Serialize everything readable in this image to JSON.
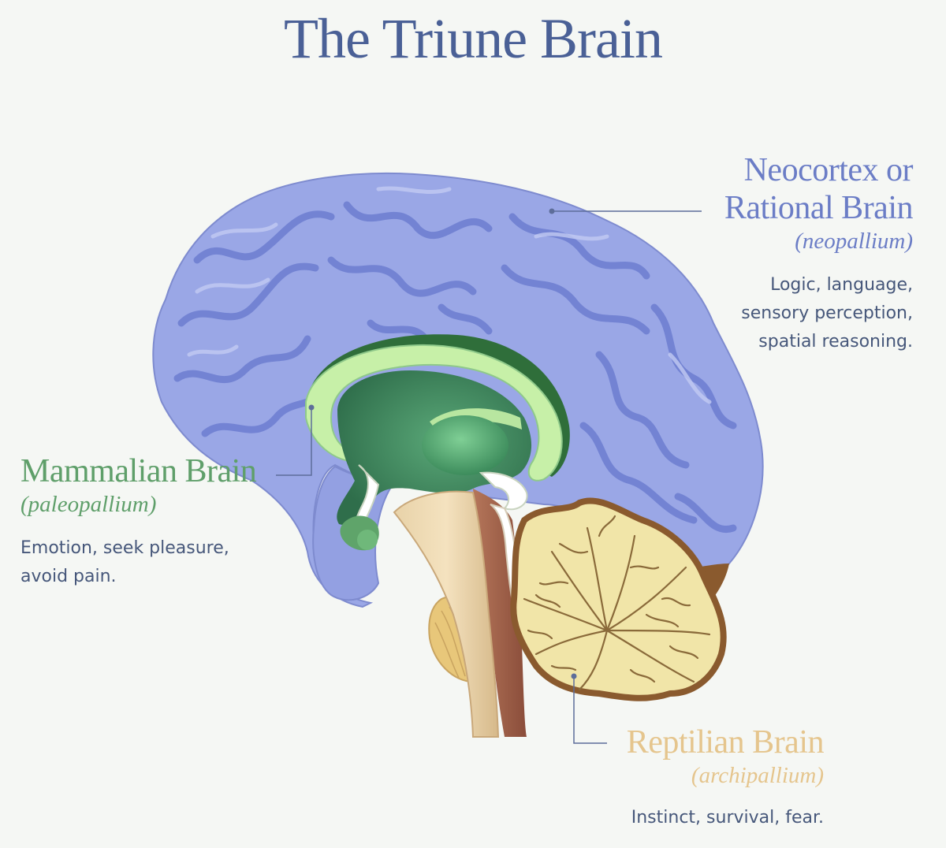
{
  "title": "The Triune Brain",
  "colors": {
    "title": "#4a6096",
    "neocortex": "#9aa7e6",
    "neocortex_text": "#6b7dc6",
    "mammalian": "#3f8a5a",
    "mammalian_text": "#5f9f6a",
    "reptilian": "#f2e7a8",
    "reptilian_text": "#e5c58d",
    "description_text": "#46577a"
  },
  "labels": {
    "neocortex": {
      "name_line1": "Neocortex or",
      "name_line2": "Rational Brain",
      "subtitle": "(neopallium)",
      "desc_line1": "Logic, language,",
      "desc_line2": "sensory perception,",
      "desc_line3": "spatial reasoning."
    },
    "mammalian": {
      "name": "Mammalian Brain",
      "subtitle": "(paleopallium)",
      "desc_line1": "Emotion, seek pleasure,",
      "desc_line2": "avoid pain."
    },
    "reptilian": {
      "name": "Reptilian Brain",
      "subtitle": "(archipallium)",
      "desc_line1": "Instinct, survival, fear."
    }
  }
}
